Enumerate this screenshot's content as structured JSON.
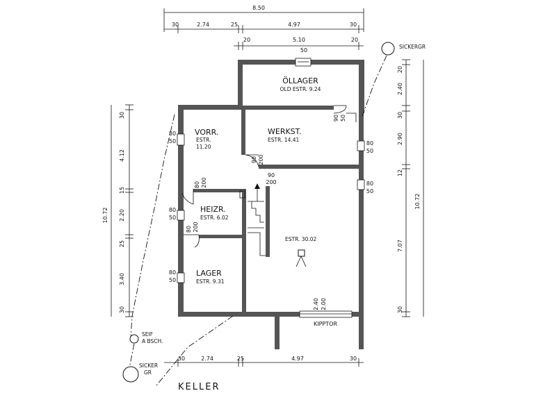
{
  "title": "KELLER",
  "rooms": {
    "oellager": {
      "name": "ÖLLAGER",
      "sub": "OLD ESTR. 9.24"
    },
    "vorr": {
      "name": "VORR.",
      "sub1": "ESTR.",
      "sub2": "11.20"
    },
    "werkst": {
      "name": "WERKST.",
      "sub": "ESTR. 14.41"
    },
    "heizr": {
      "name": "HEIZR.",
      "sub": "ESTR. 6.02"
    },
    "lager": {
      "name": "LAGER",
      "sub": "ESTR. 9.31"
    },
    "main": {
      "sub": "ESTR. 30.02"
    }
  },
  "dims_top": {
    "total": "8.50",
    "row1": [
      "30",
      "2.74",
      "25",
      "4.97",
      "30"
    ],
    "row2": [
      "20",
      "5.10",
      "20"
    ],
    "vent": "50"
  },
  "dims_bottom": [
    "30",
    "2.74",
    "25",
    "4.97",
    "30"
  ],
  "dims_left": {
    "total": "10.72",
    "parts": [
      "30",
      "4.12",
      "15",
      "2.20",
      "25",
      "3.40",
      "30"
    ]
  },
  "dims_right": {
    "total": "10.72",
    "parts": [
      "20",
      "2.40",
      "30",
      "2.90",
      "12",
      "7.07",
      "30"
    ]
  },
  "openings": {
    "window_a": [
      "80",
      "50"
    ],
    "window_b": [
      "80",
      "50"
    ],
    "window_c": [
      "80",
      "50"
    ],
    "window_d": [
      "80",
      "50"
    ],
    "window_e": [
      "80",
      "50"
    ],
    "door_oellager": [
      "90",
      "50"
    ],
    "door_werkst": [
      "90",
      "200"
    ],
    "door_werkst_side": "90",
    "door_heizr_top": [
      "80",
      "200"
    ],
    "door_heizr_side": [
      "80",
      "200"
    ],
    "gate": [
      "2.40",
      "2.00"
    ],
    "gate_label": "KIPPTOR"
  },
  "labels": {
    "sickergr": "SICKERGR",
    "seif": "SEIF",
    "seif2": "A BSCH.",
    "sicker": "SICKER",
    "sicker2": "GR"
  }
}
